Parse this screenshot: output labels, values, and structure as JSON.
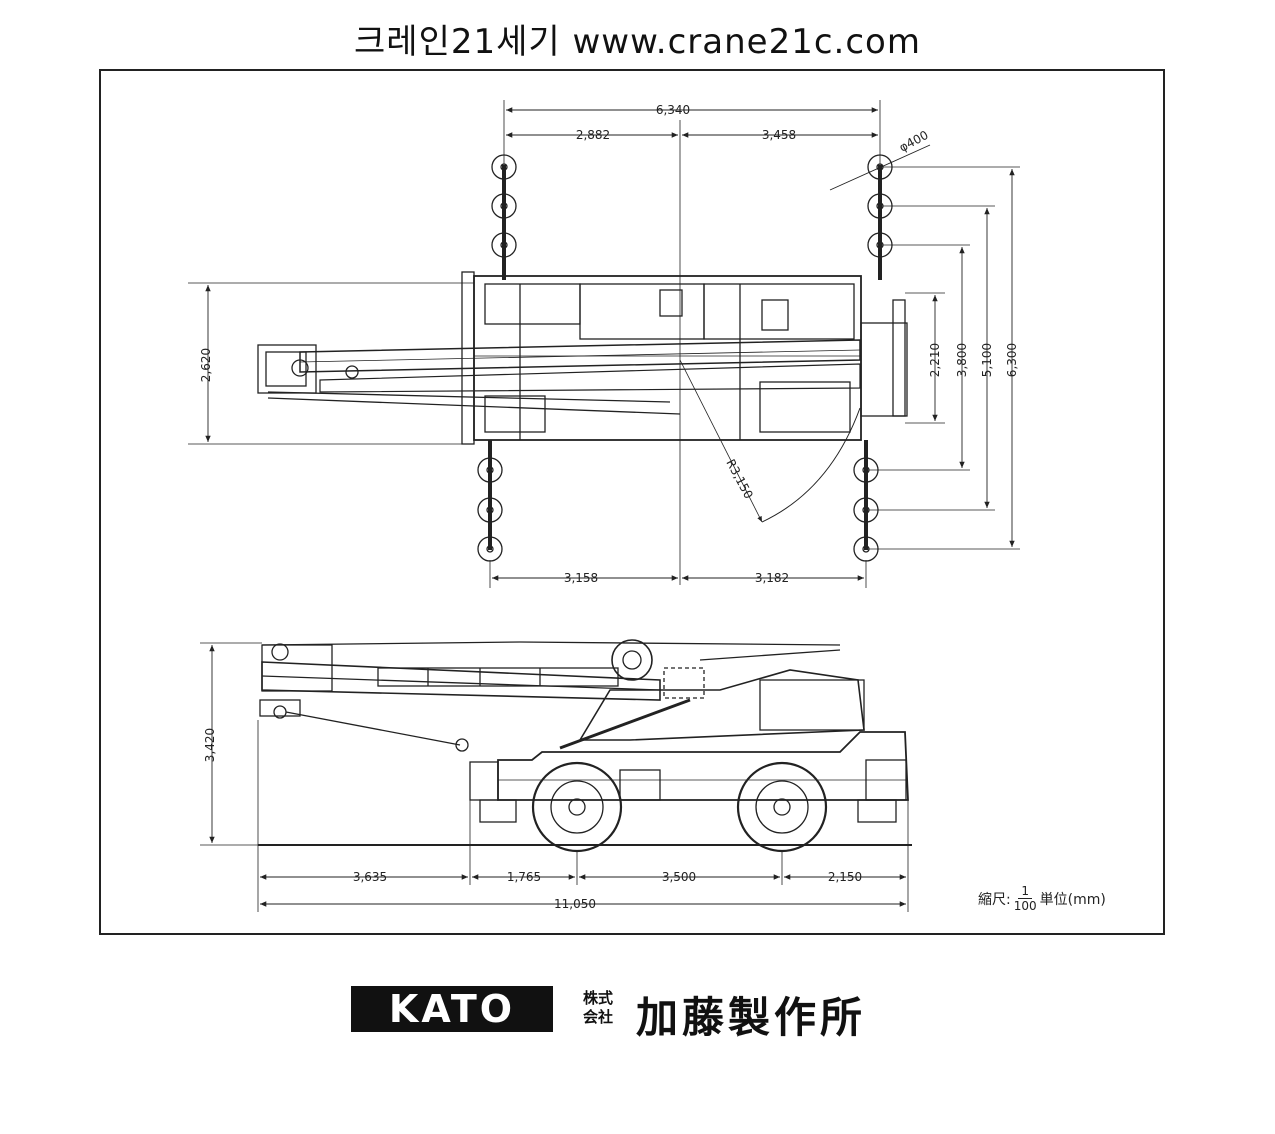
{
  "header": {
    "title": "크레인21세기 www.crane21c.com"
  },
  "top_view": {
    "dims": {
      "overall_width": "6,340",
      "front_width": "2,882",
      "rear_width": "3,458",
      "tire_dia": "φ400",
      "boom_width": "2,620",
      "outrigger_2210": "2,210",
      "outrigger_3800": "3,800",
      "outrigger_5100": "5,100",
      "outrigger_6300": "6,300",
      "radius": "R3,150",
      "bottom_left": "3,158",
      "bottom_right": "3,182"
    }
  },
  "side_view": {
    "dims": {
      "height": "3,420",
      "front_overhang": "3,635",
      "front_axle": "1,765",
      "wheelbase": "3,500",
      "rear_overhang": "2,150",
      "overall_length": "11,050"
    }
  },
  "scale": {
    "label": "縮尺:",
    "numerator": "1",
    "denominator": "100",
    "unit": "単位(mm)"
  },
  "brand": {
    "logo": "KATO",
    "corp_line1": "株式",
    "corp_line2": "会社",
    "name": "加藤製作所"
  }
}
